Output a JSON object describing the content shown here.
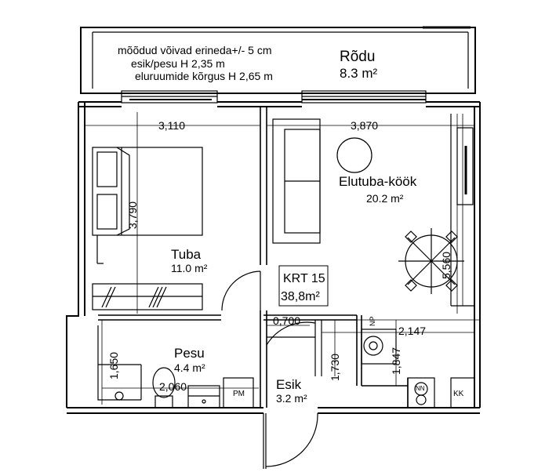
{
  "notes": {
    "line1": "mõõdud võivad erineda+/- 5 cm",
    "line2": "esik/pesu H 2,35 m",
    "line3": "eluruumide kõrgus H 2,65 m"
  },
  "rooms": {
    "balcony": {
      "name": "Rõdu",
      "area": "8.3 m²"
    },
    "living": {
      "name": "Elutuba-köök",
      "area": "20.2 m²"
    },
    "bedroom": {
      "name": "Tuba",
      "area": "11.0 m²"
    },
    "bathroom": {
      "name": "Pesu",
      "area": "4.4 m²"
    },
    "hall": {
      "name": "Esik",
      "area": "3.2 m²"
    }
  },
  "apartment": {
    "id": "KRT 15",
    "area": "38,8m²"
  },
  "dimensions": {
    "bedroom_width": "3,110",
    "living_width": "3,870",
    "bedroom_depth": "3,790",
    "living_depth": "5,560",
    "hall_width": "0,700",
    "kitchen_width": "2,147",
    "hall_depth": "1,730",
    "kitchen_depth": "1,847",
    "bath_depth": "1,650",
    "bath_width": "2,060"
  },
  "fixtures": {
    "pm": "PM",
    "np": "NP",
    "kk": "KK",
    "nn": "NN"
  },
  "icons": [
    "bed-icon",
    "sofa-icon",
    "round-table-icon",
    "dining-table-icon",
    "washing-machine-icon",
    "toilet-icon",
    "sink-icon",
    "shower-icon",
    "door-swing-icon",
    "tv-icon",
    "stove-icon"
  ]
}
